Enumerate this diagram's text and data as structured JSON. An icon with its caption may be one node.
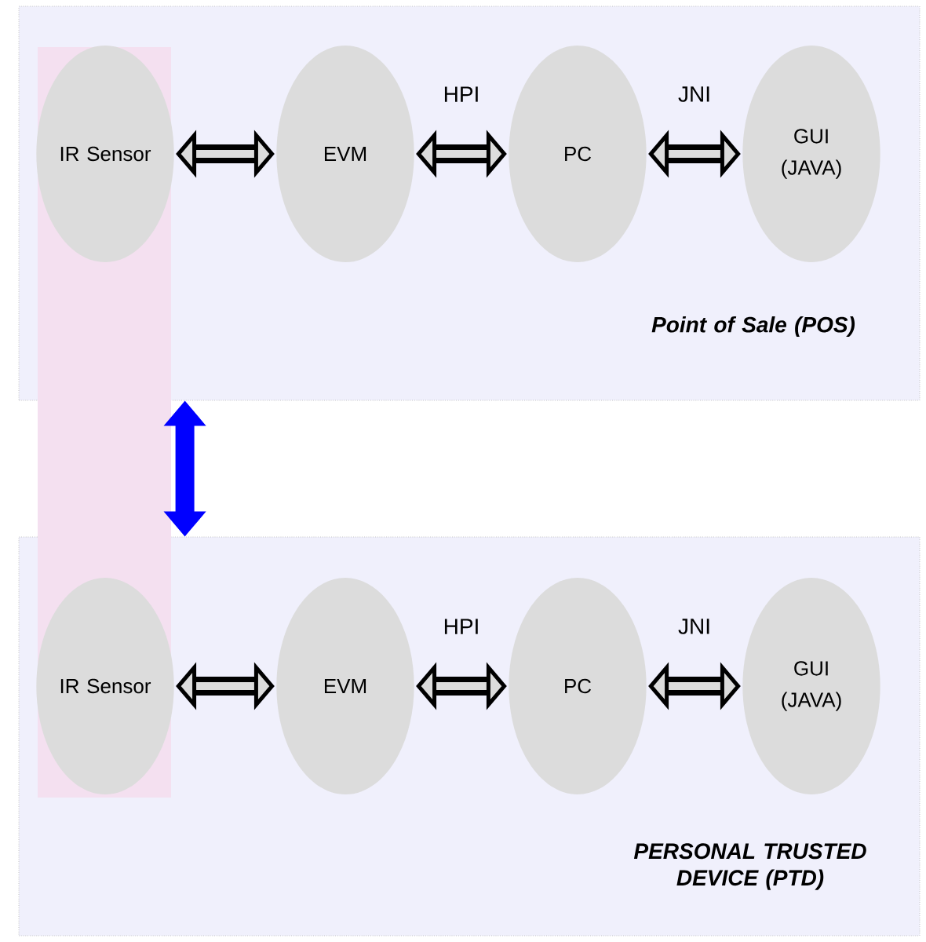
{
  "diagram": {
    "nodes": [
      {
        "text": [
          "Point of Sale (POS)"
        ]
      },
      {
        "text": [
          "IR Sensor"
        ],
        "in": 0
      },
      {
        "text": [
          "EVM"
        ],
        "in": 0
      },
      {
        "text": [
          "PC"
        ],
        "in": 0
      },
      {
        "text": [
          "GUI (JAVA)"
        ],
        "in": 0
      },
      {
        "text": [
          "PERSONAL TRUSTED DEVICE (PTD)"
        ]
      },
      {
        "text": [
          "IR Sensor"
        ],
        "in": 5
      },
      {
        "text": [
          "EVM"
        ],
        "in": 5
      },
      {
        "text": [
          "PC"
        ],
        "in": 5
      },
      {
        "text": [
          "GUI (JAVA)"
        ],
        "in": 5
      }
    ],
    "edges": [
      {
        "from": 1,
        "to": 2,
        "arrow": "both"
      },
      {
        "from": 2,
        "to": 3,
        "arrow": "both",
        "label": "HPI"
      },
      {
        "from": 3,
        "to": 4,
        "arrow": "both",
        "label": "JNI"
      },
      {
        "from": 6,
        "to": 7,
        "arrow": "both"
      },
      {
        "from": 7,
        "to": 8,
        "arrow": "both",
        "label": "HPI"
      },
      {
        "from": 8,
        "to": 9,
        "arrow": "both",
        "label": "JNI"
      },
      {
        "from": 0,
        "to": 5,
        "arrow": "both",
        "color": "#0000ff"
      }
    ]
  }
}
